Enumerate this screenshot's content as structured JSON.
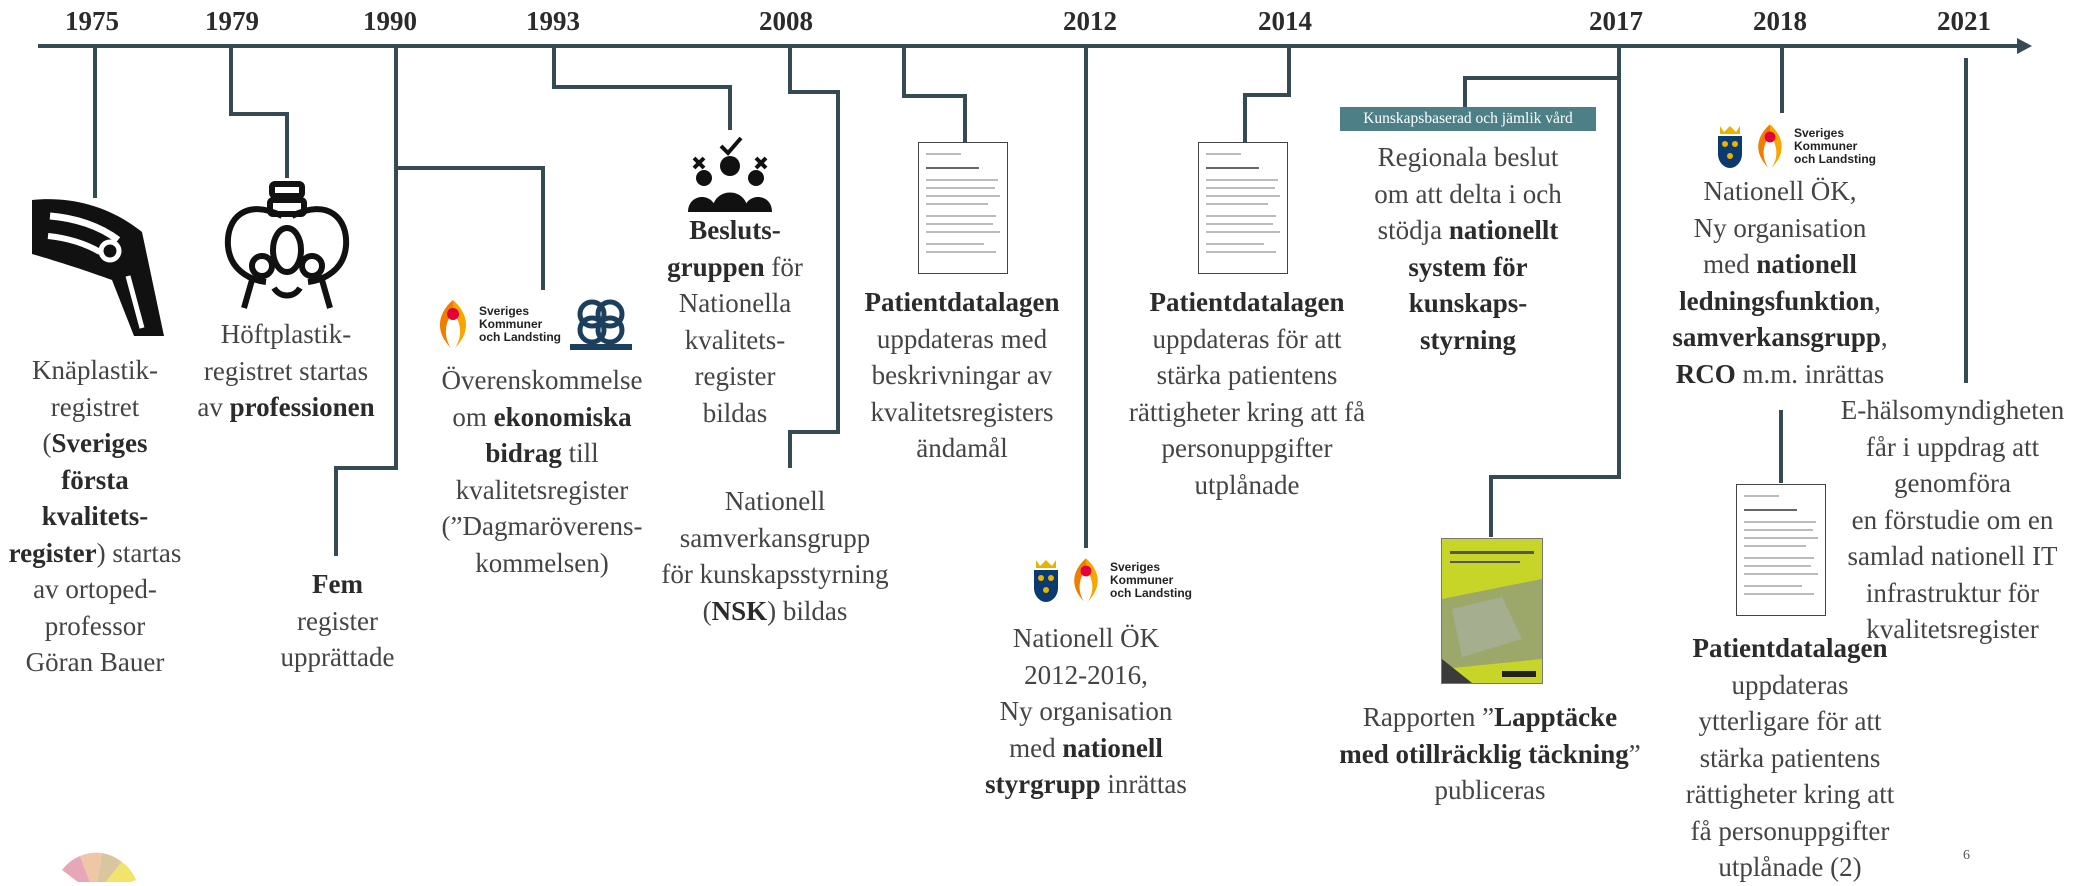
{
  "colors": {
    "line": "#354a53",
    "text": "#444444",
    "badge": "#4d7f86",
    "skl_orange": "#ef7d00",
    "skl_red": "#e4003a",
    "coat_blue": "#0b3a6f",
    "coat_gold": "#e9b400",
    "report_green": "#c7d428"
  },
  "years": [
    "1975",
    "1979",
    "1990",
    "1993",
    "2008",
    "2012",
    "2014",
    "2017",
    "2018",
    "2021"
  ],
  "skl_name": [
    "Sverige​s",
    "Kommuner",
    "och Landsting"
  ],
  "events": {
    "e1975": [
      "Knäplastik-",
      "registret",
      "(",
      "Sveriges",
      "första",
      "kvalitets-",
      "register",
      ") startas",
      "av ortoped-",
      "professor",
      "Göran Bauer"
    ],
    "e1979": [
      "Höftplastik-",
      "registret startas",
      "av ",
      "professionen"
    ],
    "e1990": [
      "Fem",
      "register",
      "upprättade"
    ],
    "e1993": [
      "Överenskommelse",
      "om ",
      "ekonomiska",
      "bidrag",
      " till",
      "kvalitetsregister",
      "(”Dagmaröverens-",
      "kommelsen)"
    ],
    "e2008a": [
      "Besluts-",
      "gruppen",
      " för",
      "Nationella",
      "kvalitets-",
      "register",
      "bildas"
    ],
    "e2008b": [
      "Nationell",
      "samverkansgrupp",
      "för kunskapsstyrning",
      "(",
      "NSK",
      ") bildas"
    ],
    "e2008c": [
      "Patientdatalagen",
      "uppdateras med",
      "beskrivningar av",
      "kvalitetsregisters",
      "ändamål"
    ],
    "e2012": [
      "Nationell ÖK",
      "2012-2016,",
      "Ny organisation",
      "med ",
      "nationell",
      "styrgrupp",
      " inrättas"
    ],
    "e2014": [
      "Patientdatalagen",
      "uppdateras för att",
      "stärka patientens",
      "rättigheter kring att få",
      "personuppgifter",
      "utplånade"
    ],
    "e2017a": [
      "Kunskapsbaserad och jämlik vård",
      "Regionala beslut",
      "om att delta i och",
      "stödja ",
      "nationellt",
      "system för",
      "kunskaps-",
      "styrning"
    ],
    "e2017b": [
      "Rapporten ”",
      "Lapptäcke",
      "med otillräcklig täckning",
      "”",
      "publiceras"
    ],
    "e2018a": [
      "Nationell ÖK,",
      "Ny organisation",
      "med ",
      "nationell",
      "ledningsfunktion",
      ",",
      "samverkansgrupp",
      ",",
      "RCO",
      " m.m. inrättas"
    ],
    "e2018b": [
      "Patientdatalagen",
      "uppdateras",
      "ytterligare för att",
      "stärka patientens",
      "rättigheter kring att",
      "få personuppgifter",
      "utplånade (2)"
    ],
    "e2021": [
      "E-hälsomyndigheten",
      "får i uppdrag att",
      "genomföra",
      "en förstudie om en",
      "samlad nationell IT",
      "infrastruktur för",
      "kvalitetsregister"
    ]
  },
  "page_number": "6"
}
